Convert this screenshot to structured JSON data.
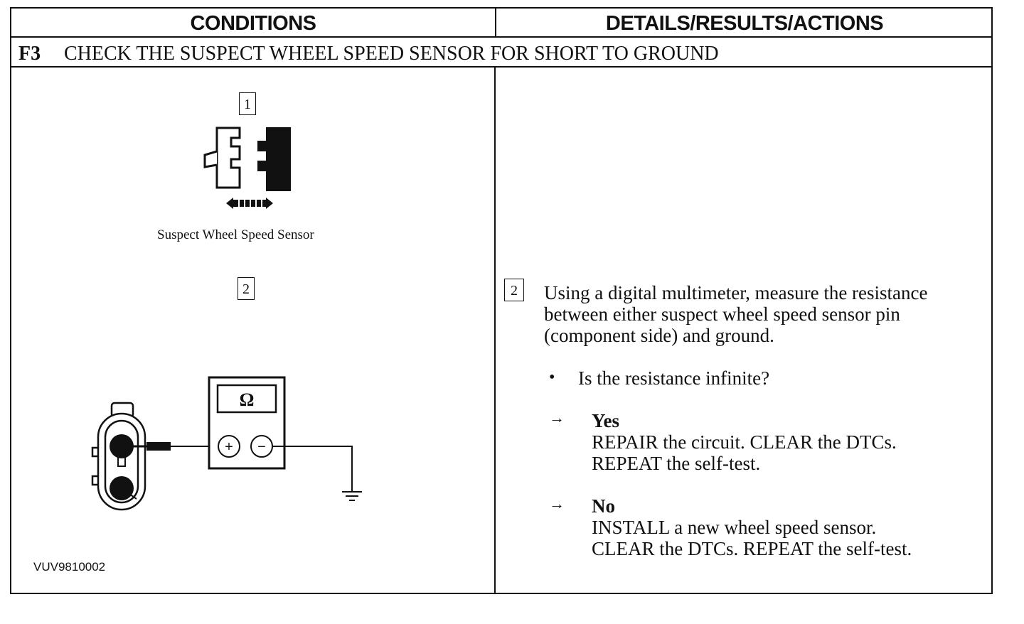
{
  "table": {
    "header_conditions": "CONDITIONS",
    "header_details": "DETAILS/RESULTS/ACTIONS",
    "step_id": "F3",
    "step_title": "CHECK THE SUSPECT WHEEL SPEED SENSOR FOR SHORT TO GROUND"
  },
  "conditions": {
    "fig1_number": "1",
    "fig1_caption": "Suspect Wheel Speed Sensor",
    "fig2_number": "2",
    "meter_symbol": "Ω",
    "meter_plus": "+",
    "meter_minus": "−",
    "figure_code": "VUV9810002"
  },
  "details": {
    "step_number": "2",
    "instruction_line1": "Using a digital multimeter, measure the resistance",
    "instruction_line2": "between either suspect wheel speed sensor pin",
    "instruction_line3": "(component side) and ground.",
    "bullet_symbol": "•",
    "question": "Is the resistance infinite?",
    "arrow_symbol": "→",
    "yes_label": "Yes",
    "yes_line1": "REPAIR the circuit. CLEAR the DTCs.",
    "yes_line2": "REPEAT the self-test.",
    "no_label": "No",
    "no_line1": "INSTALL a new wheel speed sensor.",
    "no_line2": "CLEAR the DTCs. REPEAT the self-test."
  }
}
